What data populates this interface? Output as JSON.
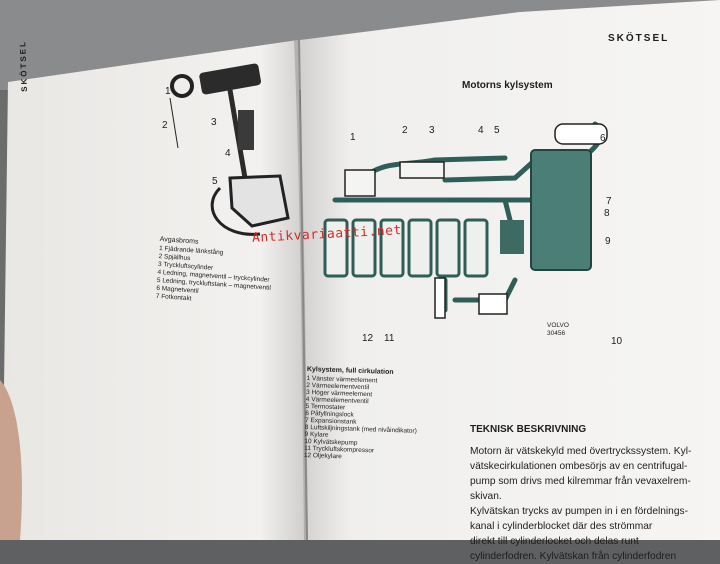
{
  "left_page": {
    "header": "SKÖTSEL",
    "figure_numbers": [
      "1",
      "2",
      "3",
      "4",
      "5"
    ],
    "caption_title": "Avgasbroms",
    "caption_items": [
      "1 Fjädrande länkstång",
      "2 Spjällhus",
      "3 Tryckluftscylinder",
      "4 Ledning, magnetventil – tryckcylinder",
      "5 Ledning, tryckluftstank – magnetventil",
      "6 Magnetventil",
      "7 Fotkontakt"
    ]
  },
  "right_page": {
    "header": "SKÖTSEL",
    "title": "Motorns kylsystem",
    "diagram_numbers": [
      "1",
      "2",
      "3",
      "4",
      "5",
      "6",
      "7",
      "8",
      "9",
      "10",
      "11",
      "12"
    ],
    "diagram_stamp": [
      "VOLVO",
      "30456"
    ],
    "caption_title": "Kylsystem, full cirkulation",
    "caption_items": [
      "1 Vänster värmeelement",
      "2 Värmeelementventil",
      "3 Höger värmeelement",
      "4 Värmeelementventil",
      "5 Termostater",
      "6 Påfyllningslock",
      "7 Expansionstank",
      "8 Luftskiljningstank (med nivåindikator)",
      "9 Kylare",
      "10 Kylvätskepump",
      "11 Tryckluftskompressor",
      "12 Oljekylare"
    ],
    "section_title": "TEKNISK BESKRIVNING",
    "body_lines": [
      "Motorn är vätskekyld med övertryckssystem. Kyl-",
      "vätskecirkulationen ombesörjs av en centrifugal-",
      "pump som drivs med kilremmar från vevaxelrem-",
      "skivan.",
      "Kylvätskan trycks av pumpen in i en fördelnings-",
      "kanal i cylinderblocket där des strömmar",
      "direkt till cylinderlocket och delas runt",
      "cylinderfodren. Kylvätskan från cylinderfodren"
    ]
  },
  "watermark": "Antikvariaatti.net"
}
